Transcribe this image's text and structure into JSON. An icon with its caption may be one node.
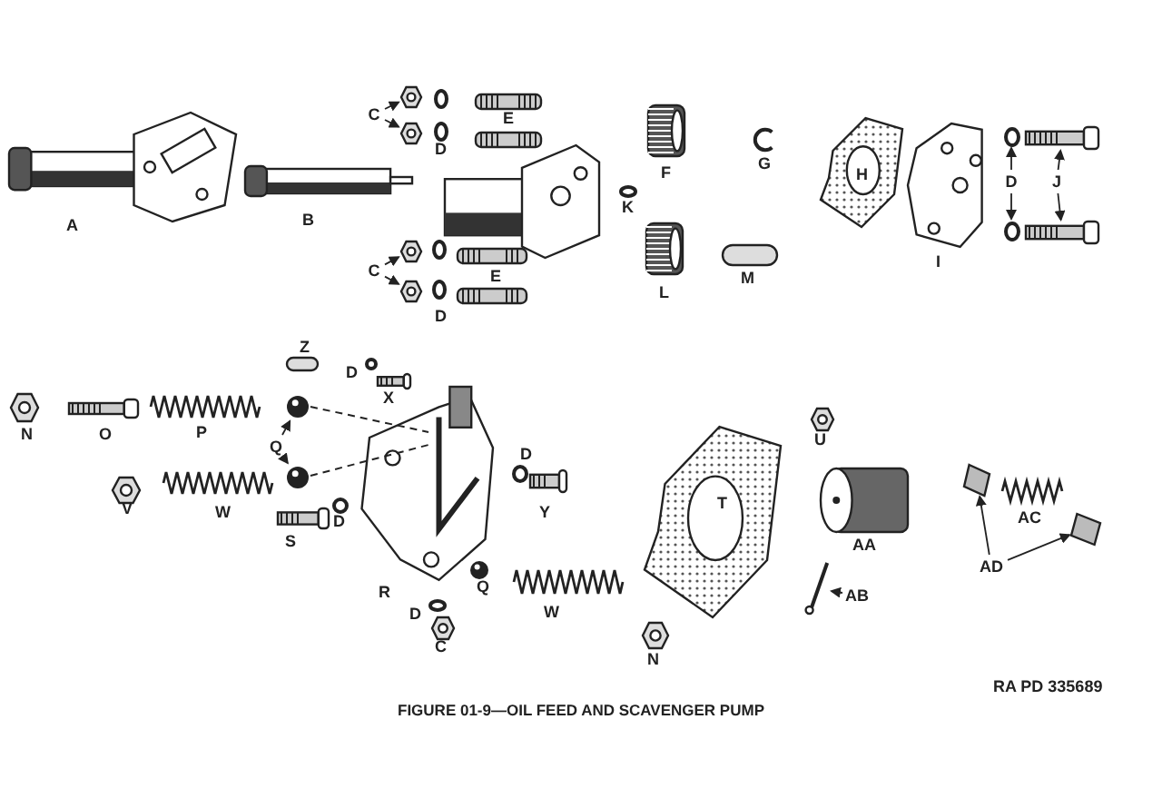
{
  "diagram": {
    "caption": "FIGURE 01-9—OIL FEED AND SCAVENGER PUMP",
    "nodes": [
      {
        "text": [
          "C"
        ]
      },
      {
        "text": [],
        "shape": "picture"
      },
      {
        "text": [],
        "shape": "picture"
      },
      {
        "text": [
          "C"
        ]
      },
      {
        "text": [],
        "shape": "picture"
      },
      {
        "text": [],
        "shape": "picture"
      },
      {
        "text": [
          "D"
        ]
      },
      {
        "text": [],
        "shape": "circle"
      },
      {
        "text": [],
        "shape": "circle"
      },
      {
        "text": [
          "J"
        ]
      },
      {
        "text": [],
        "shape": "picture"
      },
      {
        "text": [],
        "shape": "picture"
      },
      {
        "text": [
          "Q"
        ]
      },
      {
        "text": [],
        "shape": "picture"
      },
      {
        "text": [],
        "shape": "picture"
      },
      {
        "text": [
          "AB"
        ]
      },
      {
        "text": [],
        "shape": "picture"
      },
      {
        "text": [
          "AD"
        ]
      },
      {
        "text": [],
        "shape": "picture"
      },
      {
        "text": [],
        "shape": "picture"
      }
    ],
    "edges": [
      {
        "from": 0,
        "to": 1,
        "arrow": "to"
      },
      {
        "from": 0,
        "to": 2,
        "arrow": "to"
      },
      {
        "from": 3,
        "to": 4,
        "arrow": "to"
      },
      {
        "from": 3,
        "to": 5,
        "arrow": "to"
      },
      {
        "from": 6,
        "to": 7,
        "arrow": "to"
      },
      {
        "from": 6,
        "to": 8,
        "arrow": "to"
      },
      {
        "from": 9,
        "to": 10,
        "arrow": "to"
      },
      {
        "from": 9,
        "to": 11,
        "arrow": "to"
      },
      {
        "from": 12,
        "to": 13,
        "arrow": "to"
      },
      {
        "from": 12,
        "to": 14,
        "arrow": "to"
      },
      {
        "from": 15,
        "to": 16,
        "arrow": "to"
      },
      {
        "from": 17,
        "to": 18,
        "arrow": "to"
      },
      {
        "from": 17,
        "to": 19,
        "arrow": "to"
      }
    ],
    "labels": [
      "E",
      "D",
      "A",
      "B",
      "F",
      "G",
      "H",
      "K",
      "I",
      "E",
      "D",
      "L",
      "M",
      "Z",
      "D",
      "X",
      "N",
      "O",
      "P",
      "D",
      "V",
      "W",
      "Y",
      "S",
      "D",
      "R",
      "Q",
      "D",
      "W",
      "C",
      "T",
      "U",
      "AA",
      "AC",
      "N",
      "RA PD 335689"
    ]
  }
}
